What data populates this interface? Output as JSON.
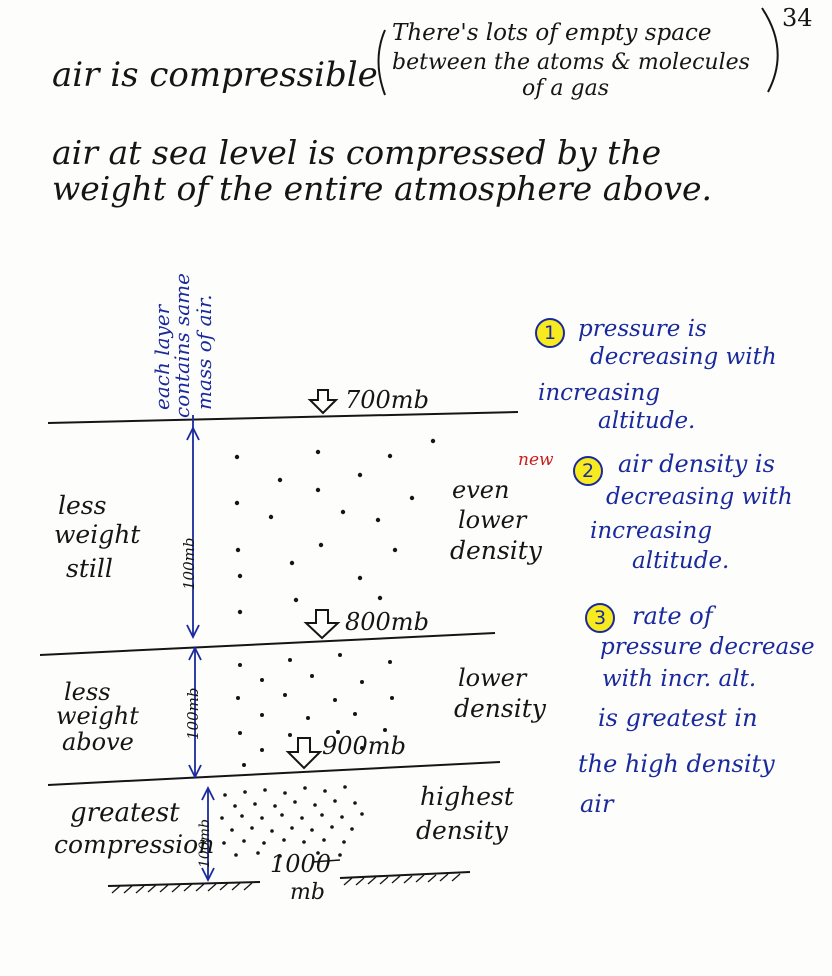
{
  "page_number": "34",
  "intro": {
    "line1": "air is compressible",
    "paren_line1": "There's lots of empty space",
    "paren_line2": "between the atoms & molecules",
    "paren_line3": "of a gas",
    "line2": "air at sea level is compressed by the",
    "line3": "weight of the entire atmosphere above."
  },
  "diagram": {
    "vertical_note": [
      "each layer",
      "contains same",
      "mass of air."
    ],
    "levels": {
      "l700": "700mb",
      "l800": "800mb",
      "l900": "900mb",
      "l1000a": "1000",
      "l1000b": "mb"
    },
    "thickness": [
      "100mb",
      "100mb",
      "100mb"
    ],
    "left_labels": {
      "top": [
        "less",
        "weight",
        "still"
      ],
      "middle": [
        "less",
        "weight",
        "above"
      ],
      "bottom": [
        "greatest",
        "compression"
      ]
    },
    "right_labels": {
      "top": [
        "even",
        "lower",
        "density"
      ],
      "middle": [
        "lower",
        "density"
      ],
      "bottom": [
        "highest",
        "density"
      ]
    }
  },
  "notes": {
    "n1_num": "1",
    "n1": [
      "pressure is",
      "decreasing with",
      "increasing",
      "altitude."
    ],
    "new_tag": "new",
    "n2_num": "2",
    "n2": [
      "air density is",
      "decreasing with",
      "increasing",
      "altitude."
    ],
    "n3_num": "3",
    "n3": [
      "rate of",
      "pressure decrease",
      "with incr. alt.",
      "is greatest in",
      "the high density",
      "air"
    ]
  },
  "colors": {
    "ink": "#151515",
    "blue_ink": "#1a2a9c",
    "red_ink": "#c81e1e",
    "highlight": "#f7ea1e"
  }
}
